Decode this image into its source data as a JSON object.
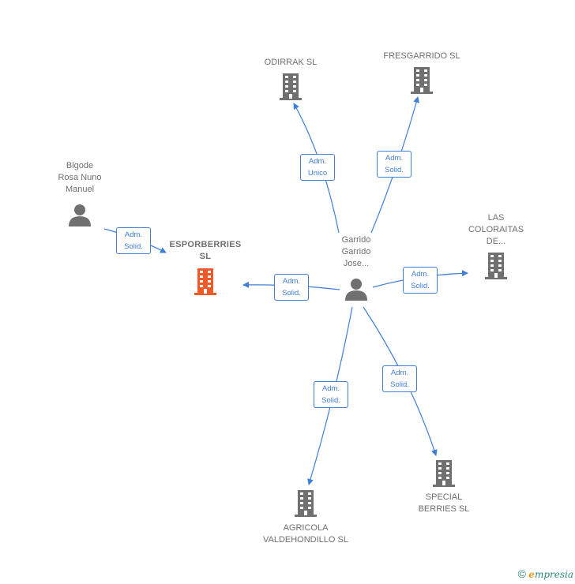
{
  "nodes": {
    "odirrak": {
      "label": "ODIRRAK  SL"
    },
    "fresgarrido": {
      "label": "FRESGARRIDO SL"
    },
    "bigode": {
      "label": "Bigode\nRosa Nuno\nManuel"
    },
    "esporberries": {
      "label": "ESPORBERRIES\nSL"
    },
    "garrido": {
      "label": "Garrido\nGarrido\nJose..."
    },
    "coloraitas": {
      "label": "LAS\nCOLORAITAS\nDE..."
    },
    "agricola": {
      "label": "AGRICOLA\nVALDEHONDILLO SL"
    },
    "special": {
      "label": "SPECIAL\nBERRIES  SL"
    }
  },
  "relations": {
    "r_odirrak": "Adm.\nUnico",
    "r_fresgarrido": "Adm.\nSolid.",
    "r_bigode": "Adm.\nSolid.",
    "r_esporberries": "Adm.\nSolid.",
    "r_coloraitas": "Adm.\nSolid.",
    "r_agricola": "Adm.\nSolid.",
    "r_special": "Adm.\nSolid."
  },
  "colors": {
    "edge": "#3f7fd8",
    "icon": "#707070",
    "highlight": "#f05a28"
  },
  "footer": {
    "copyright": "©",
    "brand_first": "e",
    "brand_rest": "mpresia"
  }
}
